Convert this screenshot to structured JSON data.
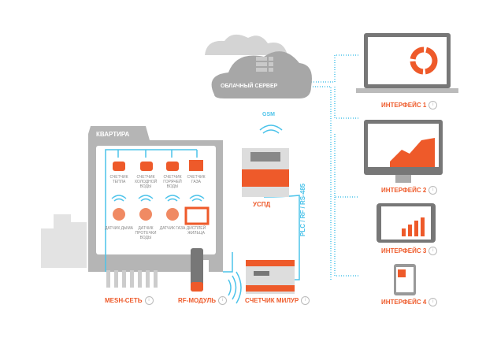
{
  "cloud": {
    "label": "ОБЛАЧНЫЙ СЕРВЕР"
  },
  "gsm": {
    "label": "GSM"
  },
  "apartment": {
    "title": "КВАРТИРА",
    "meters": [
      "СЧЕТЧИК ТЕПЛА",
      "СЧЕТЧИК ХОЛОДНОЙ ВОДЫ",
      "СЧЕТЧИК ГОРЯЧЕЙ ВОДЫ",
      "СЧЕТЧИК ГАЗА"
    ],
    "sensors": [
      "ДАТЧИК ДЫМА",
      "ДАТЧИК ПРОТЕЧКИ ВОДЫ",
      "ДАТЧИК ГАЗА",
      "ДИСПЛЕЙ ЖИЛЬЦА"
    ]
  },
  "uspd": {
    "label": "УСПД"
  },
  "link": {
    "label": "PLC / RF / RS-485"
  },
  "mesh": {
    "label": "MESH-СЕТЬ"
  },
  "rf": {
    "label": "RF-МОДУЛЬ"
  },
  "milur": {
    "label": "СЧЕТЧИК МИЛУР"
  },
  "interfaces": [
    "ИНТЕРФЕЙС 1",
    "ИНТЕРФЕЙС 2",
    "ИНТЕРФЕЙС 3",
    "ИНТЕРФЕЙС 4"
  ],
  "info_glyph": "i",
  "colors": {
    "orange": "#ee5a2a",
    "gray": "#a7a7a7",
    "blue": "#4cc3ea"
  }
}
